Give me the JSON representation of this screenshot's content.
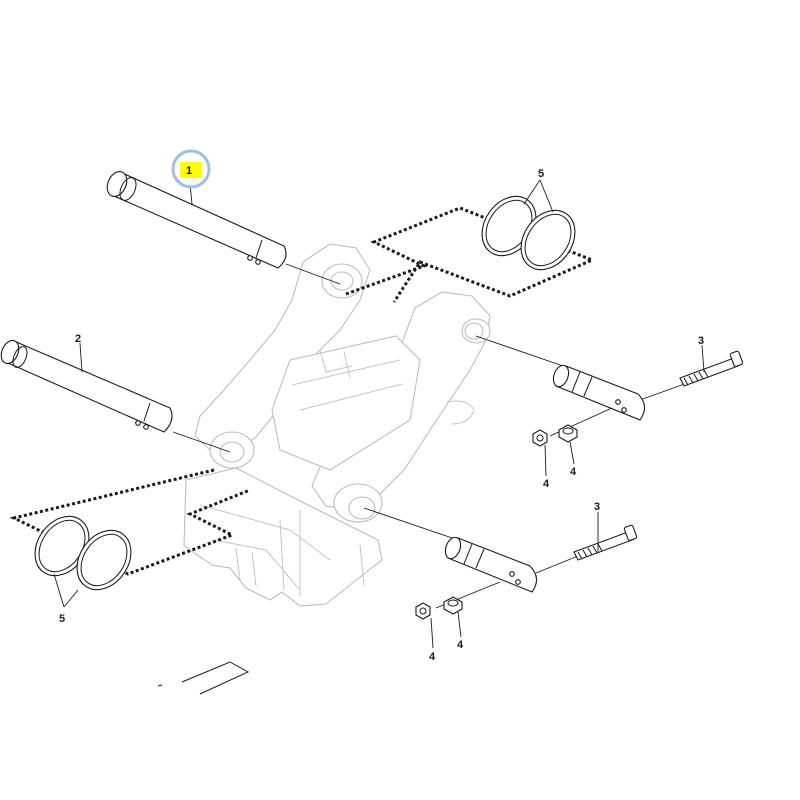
{
  "colors": {
    "highlight_fill": "#ffff00",
    "highlight_ring": "#9fbfe0",
    "line": "#1a1a1a",
    "frame": "#bdbdbd"
  },
  "callouts": {
    "pin_upper": "1",
    "pin_lower": "2",
    "bolt_upper": "3",
    "bolt_lower": "3",
    "nut_upper_a": "4",
    "nut_upper_b": "4",
    "nut_lower_a": "4",
    "nut_lower_b": "4",
    "orings_upper": "5",
    "orings_lower": "5"
  },
  "selection": {
    "highlighted_callout": "1"
  }
}
